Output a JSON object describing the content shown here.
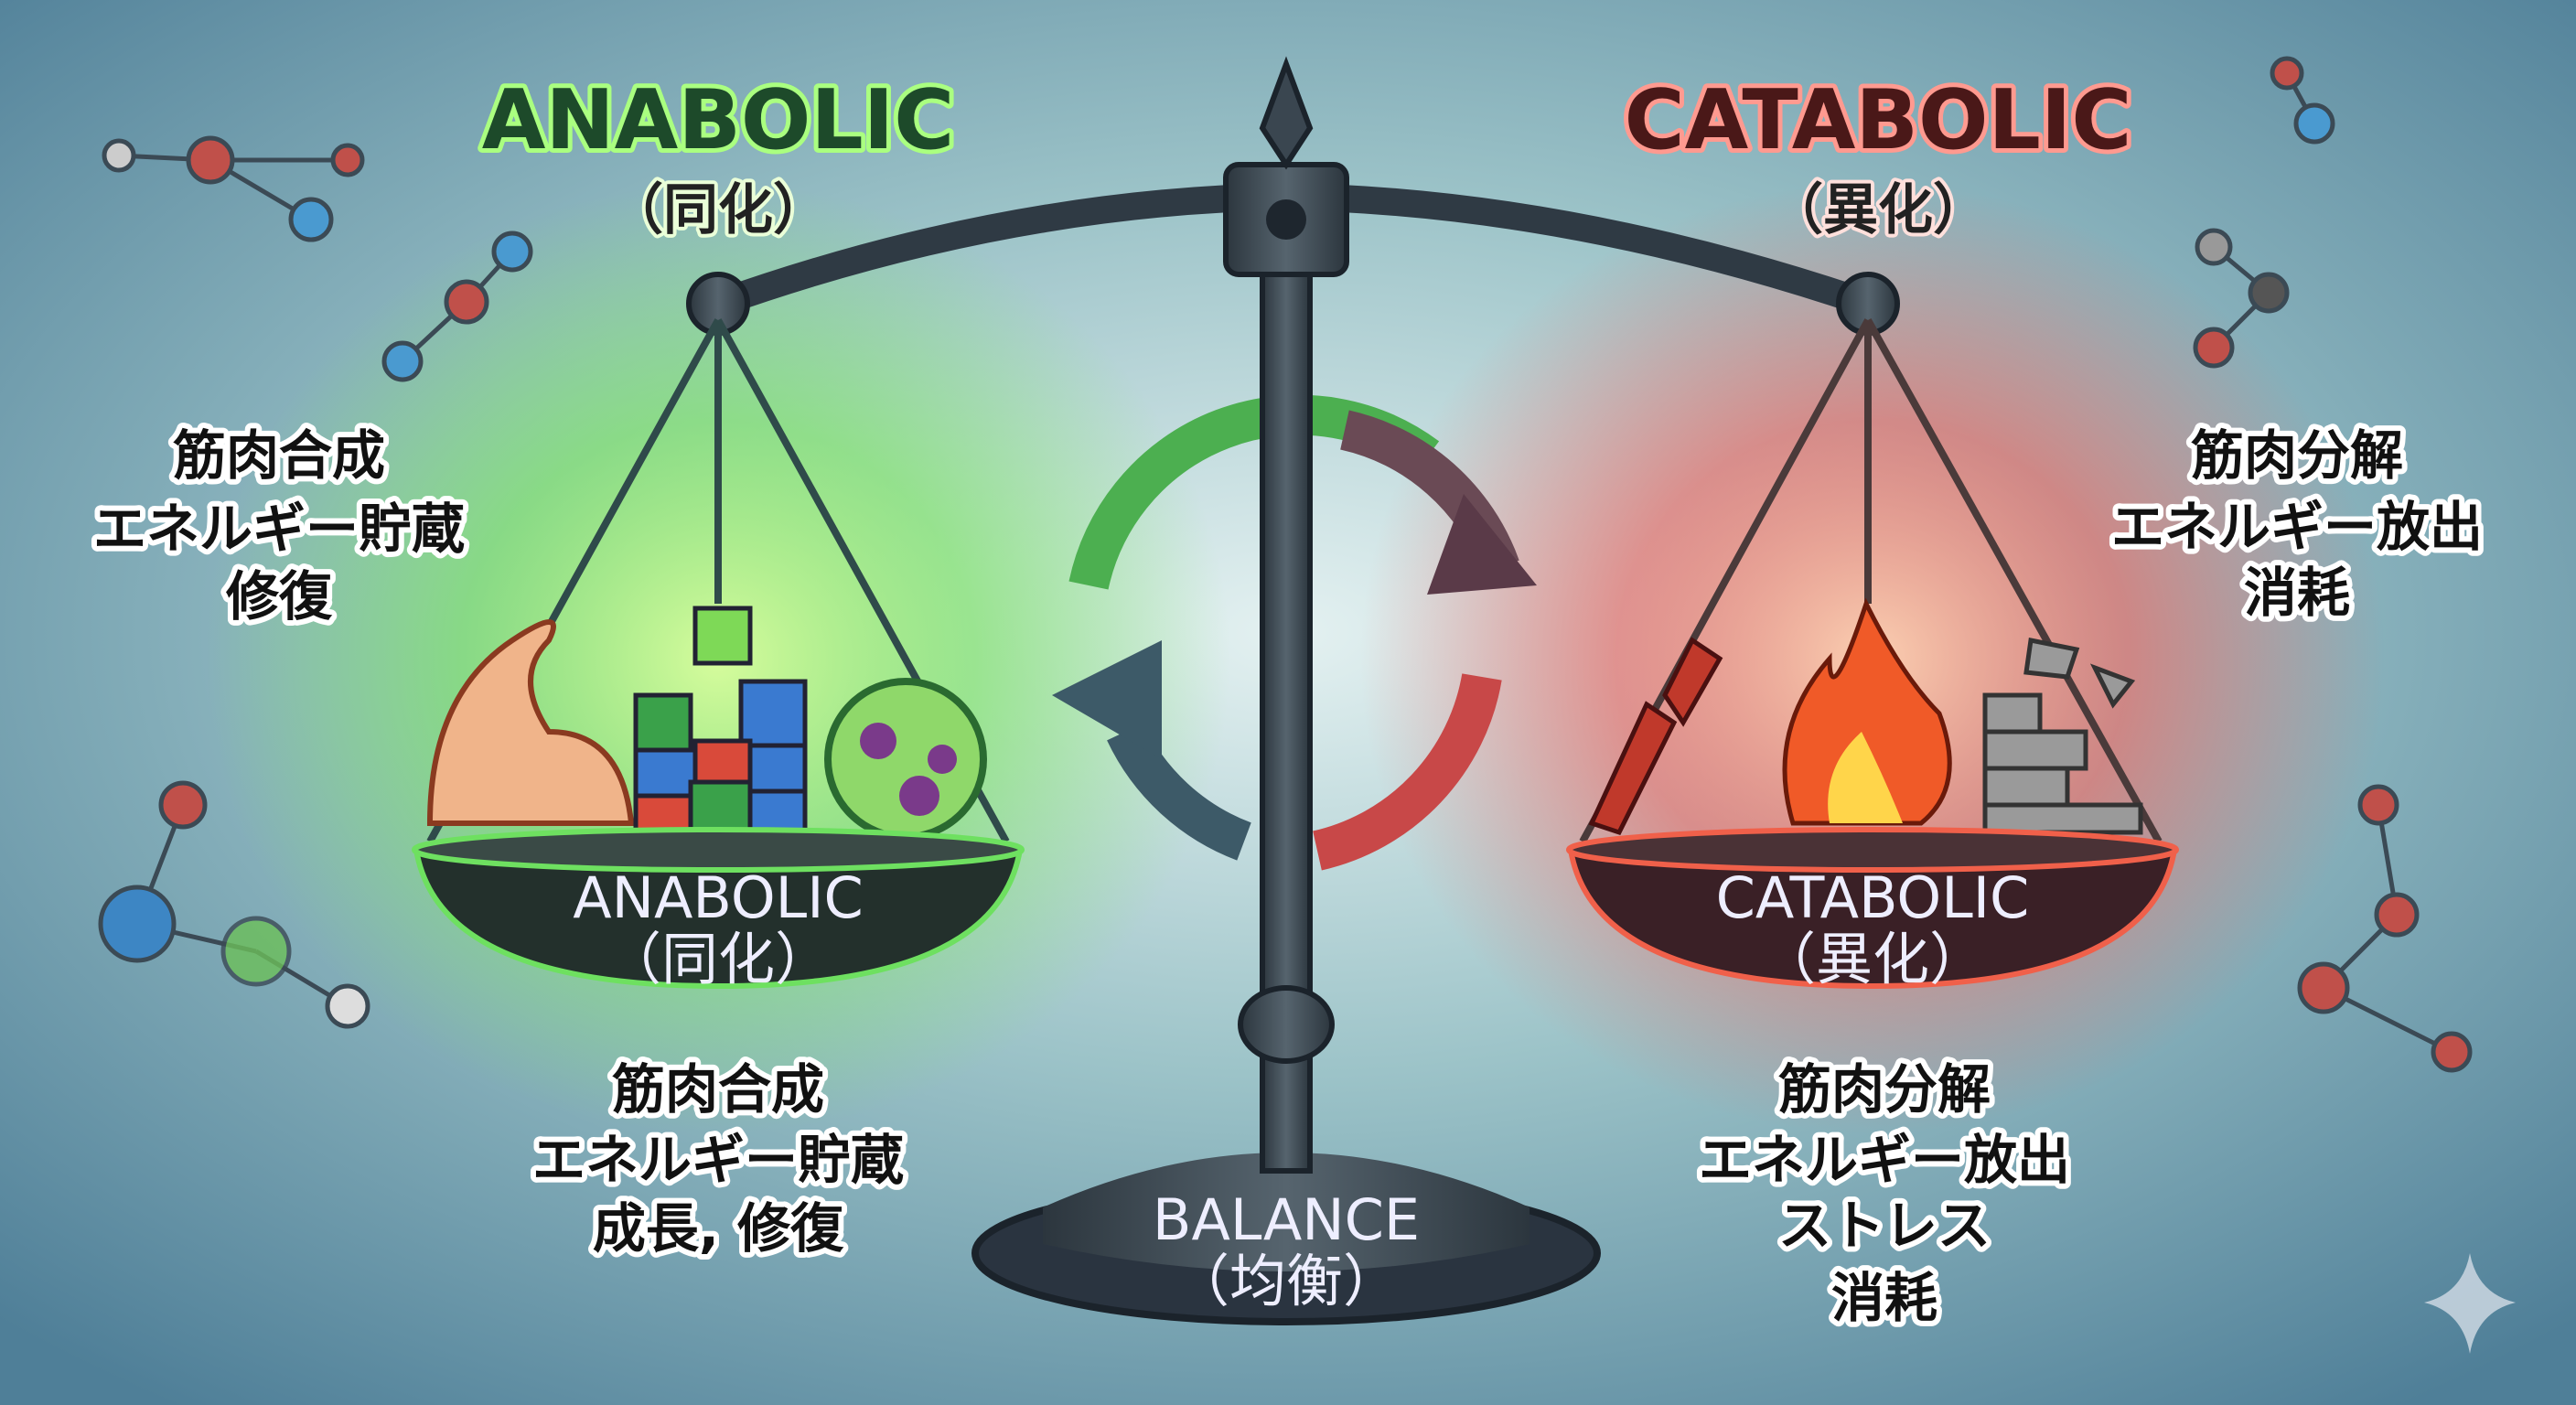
{
  "colors": {
    "anabolic": "#5fe04a",
    "catabolic": "#e8453c",
    "scale": "#3a4650",
    "background": "#6a9aae"
  },
  "anabolic": {
    "title": "ANABOLIC",
    "subtitle": "（同化）",
    "side_lines": [
      "筋肉合成",
      "エネルギー貯蔵",
      "修復"
    ],
    "pan_label": "ANABOLIC",
    "pan_sublabel": "（同化）",
    "bottom_lines": [
      "筋肉合成",
      "エネルギー貯蔵",
      "成長, 修復"
    ]
  },
  "catabolic": {
    "title": "CATABOLIC",
    "subtitle": "（異化）",
    "side_lines": [
      "筋肉分解",
      "エネルギー放出",
      "消耗"
    ],
    "pan_label": "CATABOLIC",
    "pan_sublabel": "（異化）",
    "bottom_lines": [
      "筋肉分解",
      "エネルギー放出",
      "ストレス",
      "消耗"
    ]
  },
  "balance": {
    "label": "BALANCE",
    "sublabel": "（均衡）"
  },
  "icons": [
    "flexed-arm-icon",
    "building-blocks-icon",
    "cell-icon",
    "torn-muscle-icon",
    "fire-icon",
    "crumbling-wall-icon",
    "cycle-arrows-icon",
    "molecule-icon",
    "sparkle-icon"
  ]
}
